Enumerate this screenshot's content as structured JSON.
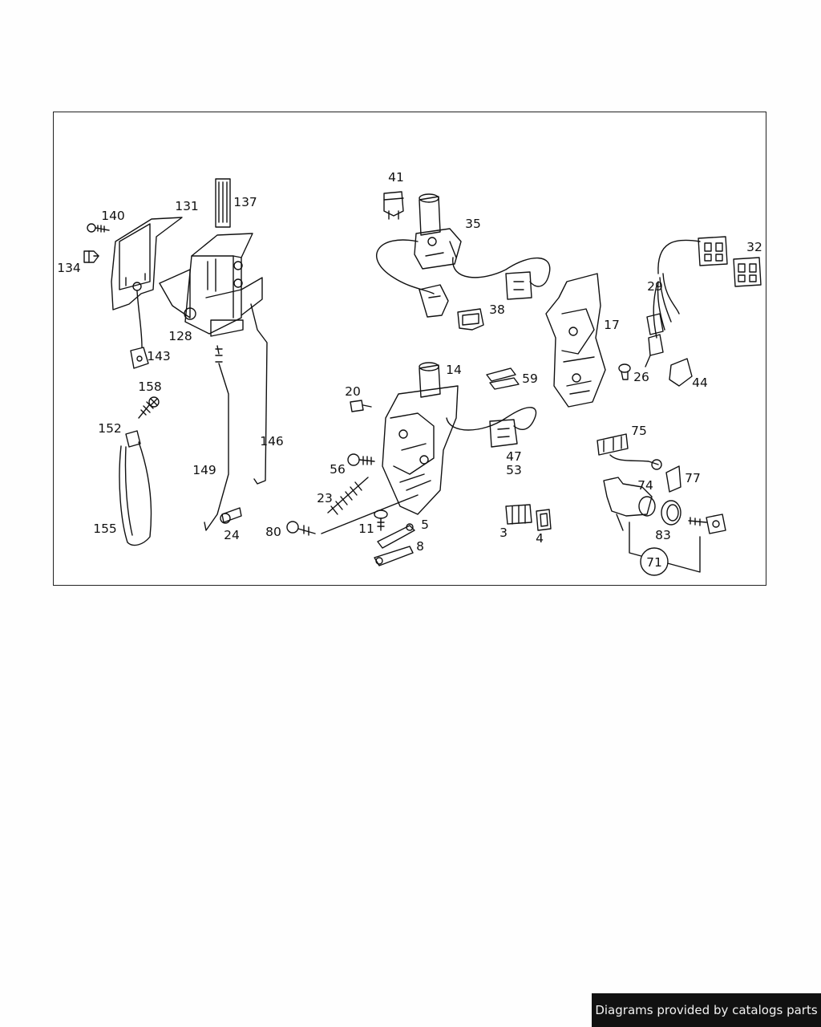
{
  "diagram": {
    "labels": [
      "140",
      "131",
      "137",
      "134",
      "128",
      "143",
      "158",
      "152",
      "155",
      "146",
      "149",
      "24",
      "41",
      "35",
      "38",
      "14",
      "20",
      "56",
      "23",
      "80",
      "11",
      "5",
      "8",
      "59",
      "47",
      "53",
      "3",
      "4",
      "17",
      "32",
      "29",
      "26",
      "44",
      "75",
      "77",
      "74",
      "83",
      "71"
    ]
  },
  "footer": {
    "credit": "Diagrams provided by catalogs parts"
  }
}
